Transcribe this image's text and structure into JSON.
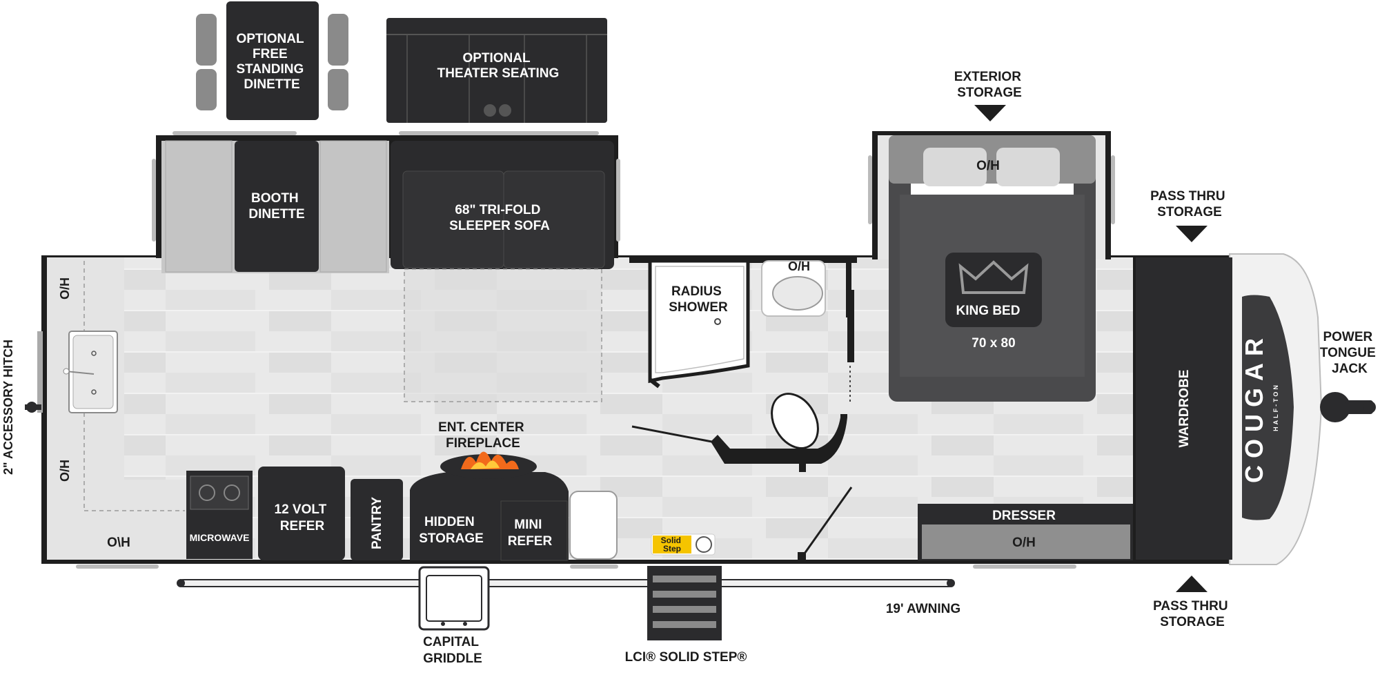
{
  "labels": {
    "optional_dinette": [
      "OPTIONAL",
      "FREE",
      "STANDING",
      "DINETTE"
    ],
    "theater_seating": [
      "OPTIONAL",
      "THEATER SEATING"
    ],
    "booth_dinette": [
      "BOOTH",
      "DINETTE"
    ],
    "sleeper_sofa": [
      "68\" TRI-FOLD",
      "SLEEPER SOFA"
    ],
    "exterior_storage": [
      "EXTERIOR",
      "STORAGE"
    ],
    "pass_thru_top": [
      "PASS THRU",
      "STORAGE"
    ],
    "pass_thru_bottom": [
      "PASS THRU",
      "STORAGE"
    ],
    "power_tongue_jack": [
      "POWER",
      "TONGUE",
      "JACK"
    ],
    "bed_overhead": "O/H",
    "king_bed": "KING BED",
    "bed_size": "70 x 80",
    "wardrobe": "WARDROBE",
    "brand": "COUGAR",
    "brand_sub": "HALF-TON",
    "radius_shower": [
      "RADIUS",
      "SHOWER"
    ],
    "bath_overhead": "O/H",
    "kitchen_oh_top": "O/H",
    "kitchen_oh_bottom": "O/H",
    "kitchen_oh_floor": "O\\H",
    "accessory_hitch": "2\" ACCESSORY HITCH",
    "microwave": "MICROWAVE",
    "refer_12v": [
      "12 VOLT",
      "REFER"
    ],
    "pantry": "PANTRY",
    "hidden_storage": [
      "HIDDEN",
      "STORAGE"
    ],
    "mini_refer": [
      "MINI",
      "REFER"
    ],
    "fireplace": [
      "ENT. CENTER",
      "FIREPLACE"
    ],
    "dresser": "DRESSER",
    "dresser_oh": "O/H",
    "awning": "19' AWNING",
    "capital_griddle": [
      "CAPITAL",
      "GRIDDLE"
    ],
    "solid_step": "LCI® SOLID STEP®",
    "step_badge": [
      "Solid",
      "Step"
    ]
  },
  "colors": {
    "dark": "#2b2b2d",
    "floor": "#e6e6e6",
    "wall": "#1e1e1e",
    "light_gray": "#c9c9c9",
    "fire": "#f26a1b"
  }
}
